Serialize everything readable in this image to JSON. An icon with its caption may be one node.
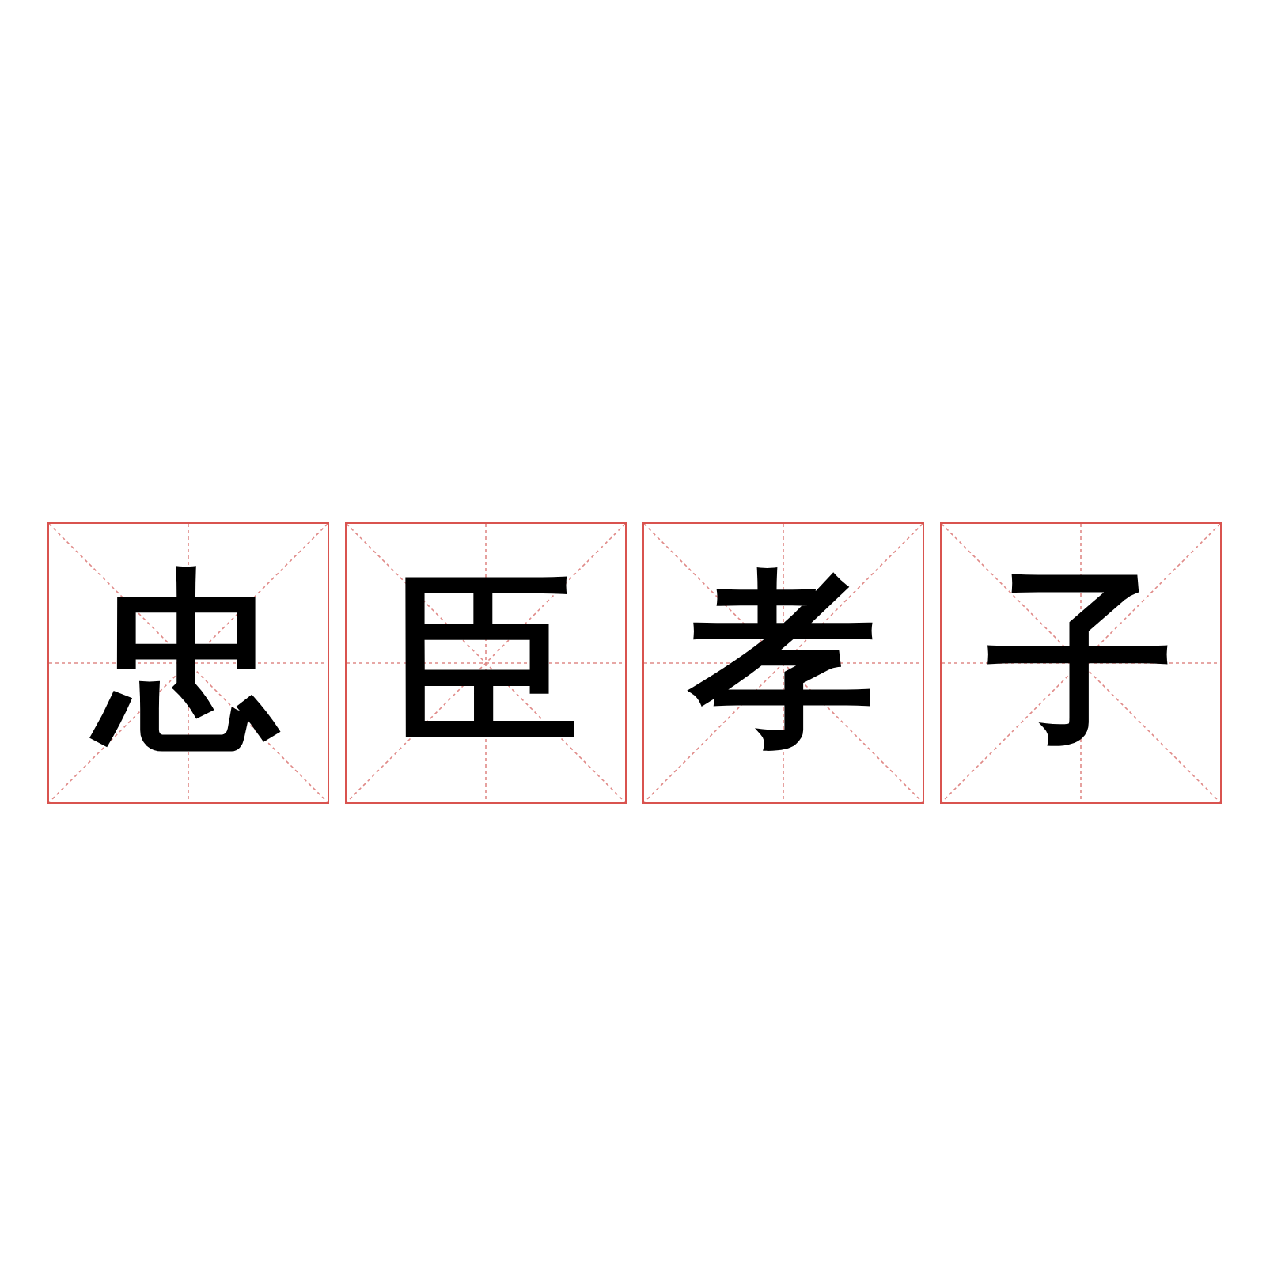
{
  "diagram": {
    "nodes": [
      {
        "text": [
          "忠"
        ]
      },
      {
        "text": [
          "臣"
        ]
      },
      {
        "text": [
          "孝"
        ]
      },
      {
        "text": [
          "子"
        ]
      }
    ]
  }
}
